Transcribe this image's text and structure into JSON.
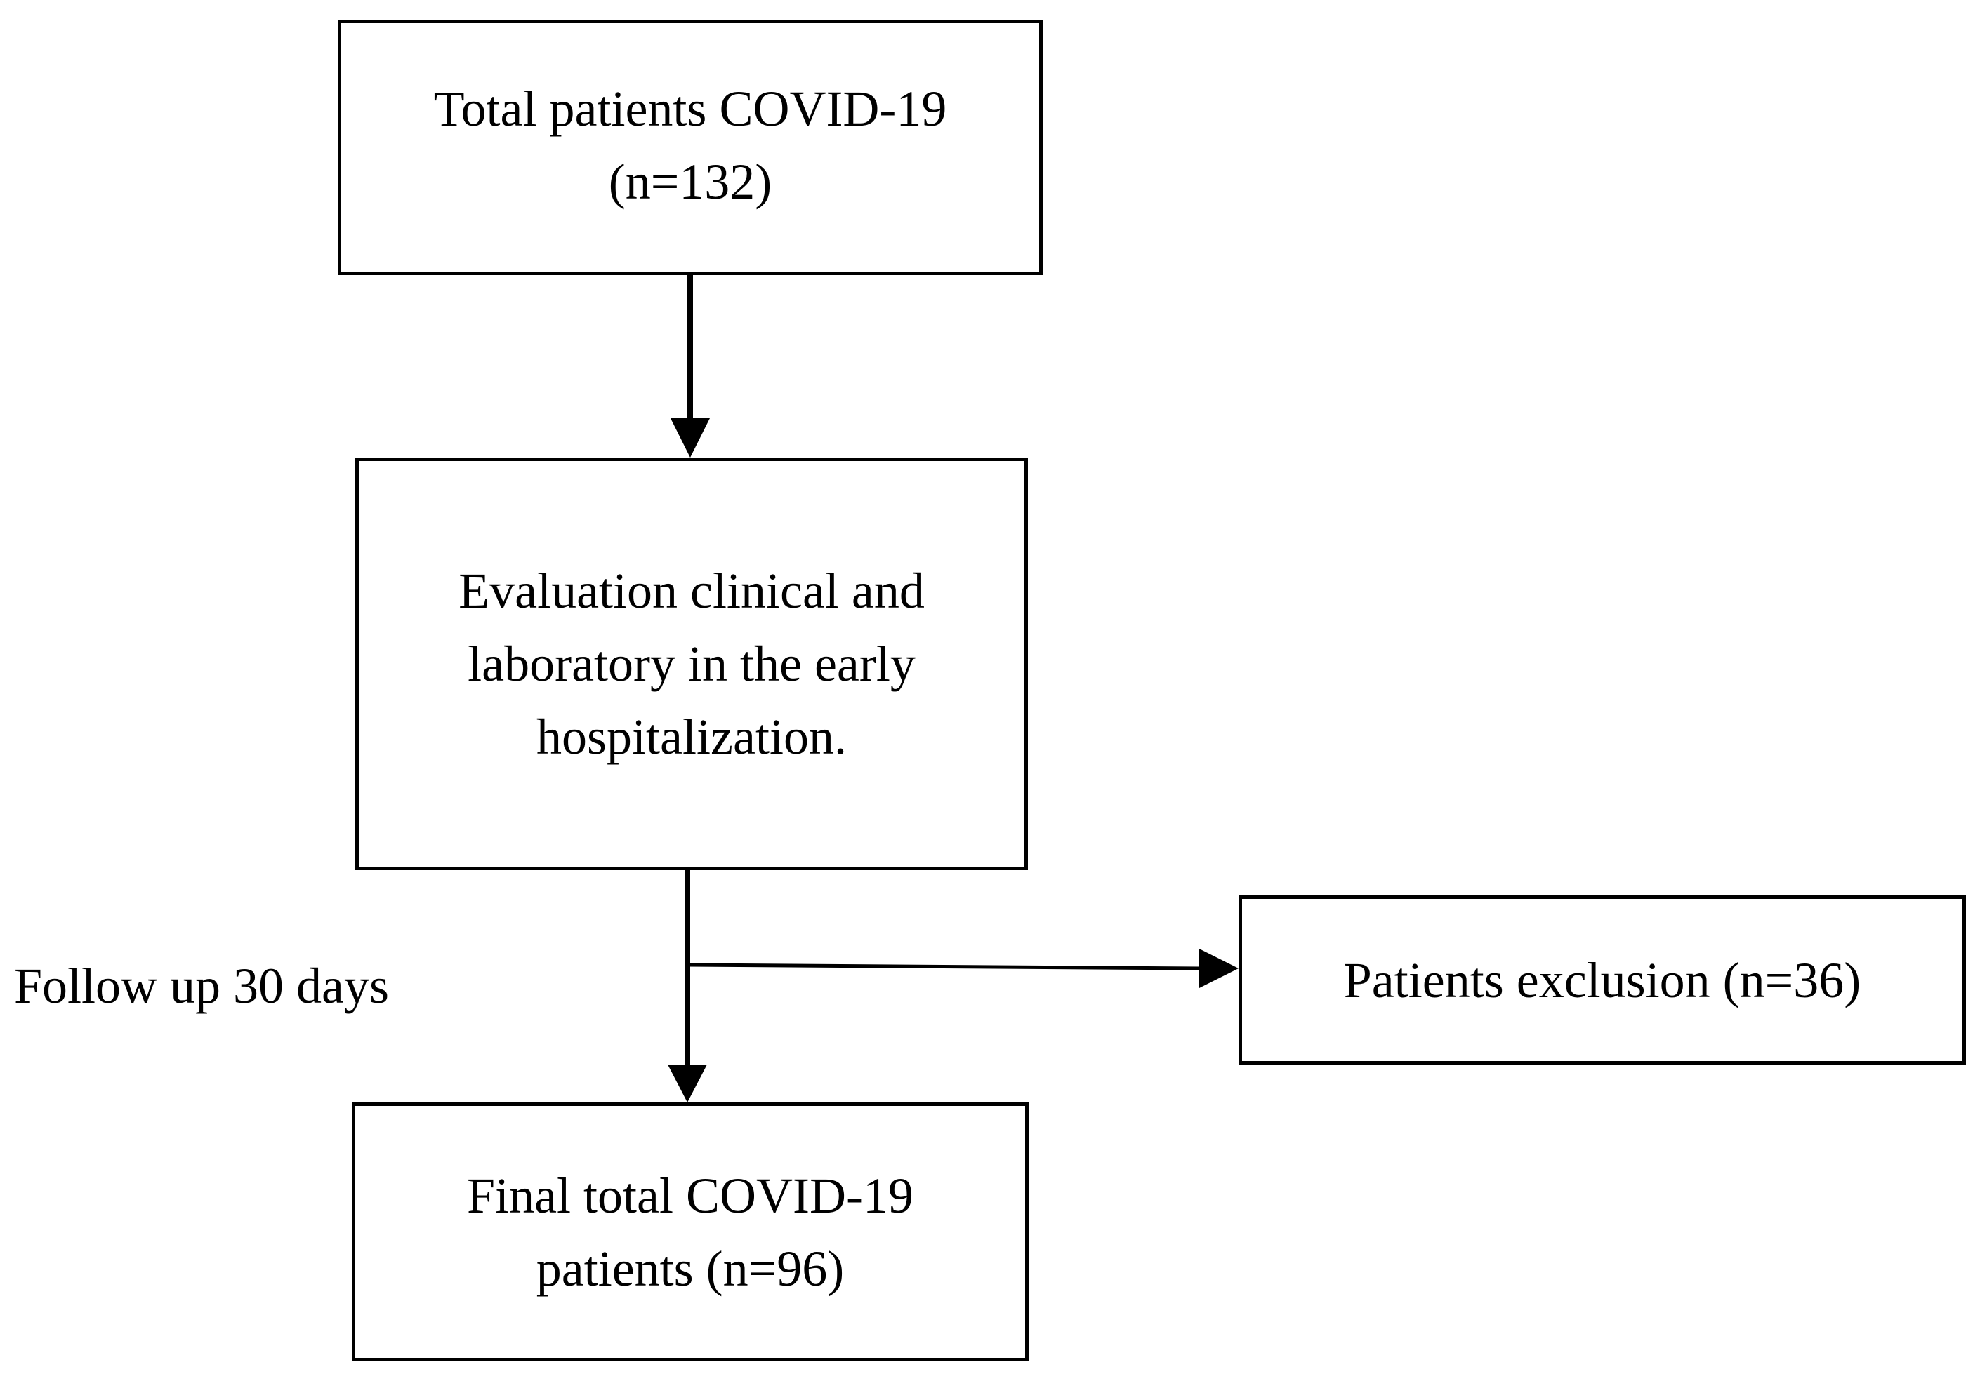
{
  "boxes": {
    "total": {
      "line1": "Total patients COVID-19",
      "line2": "(n=132)"
    },
    "evaluation": {
      "line1": "Evaluation clinical and",
      "line2": "laboratory in the early",
      "line3": "hospitalization."
    },
    "final": {
      "line1": "Final total COVID-19",
      "line2": "patients (n=96)"
    },
    "exclusion": {
      "line1": "Patients exclusion (n=36)"
    }
  },
  "labels": {
    "follow_up": "Follow up 30 days"
  },
  "colors": {
    "stroke": "#000000",
    "background": "#ffffff"
  }
}
